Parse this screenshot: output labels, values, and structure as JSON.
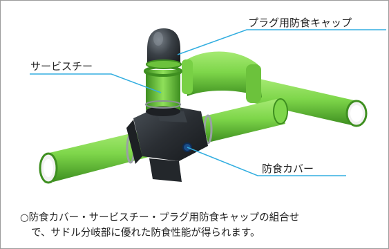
{
  "labels": {
    "plug_cap": "プラグ用防食キャップ",
    "service_tee": "サービスチー",
    "cover": "防食カバー"
  },
  "caption": {
    "line1": "○防食カバー・サービスチー・プラグ用防食キャップの組合せ",
    "line2": "で、サドル分岐部に優れた防食性能が得られます。"
  },
  "colors": {
    "pipe_green": "#7ed64a",
    "cover_black": "#2a2e33",
    "leader_line": "#33aee0",
    "border": "#9a9a9a"
  }
}
